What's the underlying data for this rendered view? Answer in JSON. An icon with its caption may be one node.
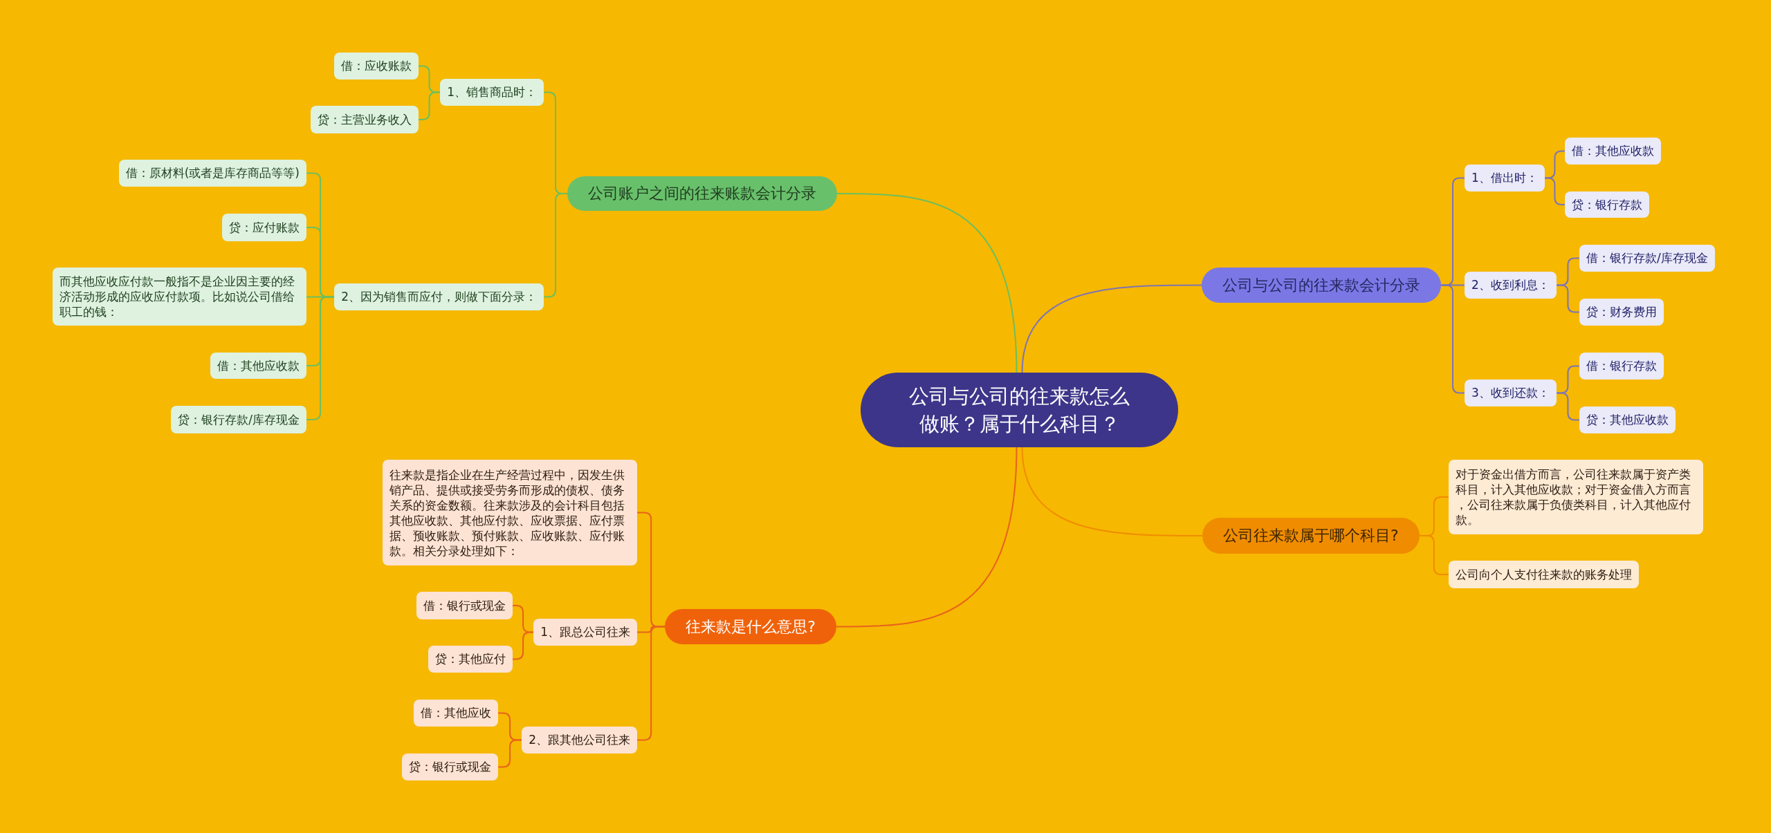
{
  "diagram": {
    "nodes": [
      {
        "text": [
          "公司与公司的往来款怎么做账？属于什么科目？"
        ]
      },
      {
        "text": [
          "公司账户之间的往来账款会计分录"
        ]
      },
      {
        "text": [
          "1、销售商品时："
        ]
      },
      {
        "text": [
          "借：应收账款"
        ]
      },
      {
        "text": [
          "贷：主营业务收入"
        ]
      },
      {
        "text": [
          "2、因为销售而应付，则做下面分录："
        ]
      },
      {
        "text": [
          "借：原材料(或者是库存商品等等)"
        ]
      },
      {
        "text": [
          "贷：应付账款"
        ]
      },
      {
        "text": [
          "而其他应收应付款一般指不是企业因主要的经济活动形成的应收应付款项。比如说公司借给职工的钱："
        ]
      },
      {
        "text": [
          "借：其他应收款"
        ]
      },
      {
        "text": [
          "贷：银行存款/库存现金"
        ]
      },
      {
        "text": [
          "公司与公司的往来款会计分录"
        ]
      },
      {
        "text": [
          "1、借出时："
        ]
      },
      {
        "text": [
          "借：其他应收款"
        ]
      },
      {
        "text": [
          "贷：银行存款"
        ]
      },
      {
        "text": [
          "2、收到利息："
        ]
      },
      {
        "text": [
          "借：银行存款/库存现金"
        ]
      },
      {
        "text": [
          "贷：财务费用"
        ]
      },
      {
        "text": [
          "3、收到还款："
        ]
      },
      {
        "text": [
          "借：银行存款"
        ]
      },
      {
        "text": [
          "贷：其他应收款"
        ]
      },
      {
        "text": [
          "公司往来款属于哪个科目?"
        ]
      },
      {
        "text": [
          "对于资金出借方而言，公司往来款属于资产类科目，计入其他应收款；对于资金借入方而言，公司往来款属于负债类科目，计入其他应付款。"
        ]
      },
      {
        "text": [
          "公司向个人支付往来款的账务处理"
        ]
      },
      {
        "text": [
          "往来款是什么意思?"
        ]
      },
      {
        "text": [
          "往来款是指企业在生产经营过程中，因发生供销产品、提供或接受劳务而形成的债权、债务关系的资金数额。往来款涉及的会计科目包括其他应收款、其他应付款、应收票据、应付票据、预收账款、预付账款、应收账款、应付账款。相关分录处理如下："
        ]
      },
      {
        "text": [
          "1、跟总公司往来"
        ]
      },
      {
        "text": [
          "借：银行或现金"
        ]
      },
      {
        "text": [
          "贷：其他应付"
        ]
      },
      {
        "text": [
          "2、跟其他公司往来"
        ]
      },
      {
        "text": [
          "借：其他应收"
        ]
      },
      {
        "text": [
          "贷：银行或现金"
        ]
      }
    ],
    "edges": [
      {
        "from": 0,
        "to": 1,
        "arrow": "none"
      },
      {
        "from": 1,
        "to": 2,
        "arrow": "none"
      },
      {
        "from": 2,
        "to": 3,
        "arrow": "none"
      },
      {
        "from": 2,
        "to": 4,
        "arrow": "none"
      },
      {
        "from": 1,
        "to": 5,
        "arrow": "none"
      },
      {
        "from": 5,
        "to": 6,
        "arrow": "none"
      },
      {
        "from": 5,
        "to": 7,
        "arrow": "none"
      },
      {
        "from": 5,
        "to": 8,
        "arrow": "none"
      },
      {
        "from": 5,
        "to": 9,
        "arrow": "none"
      },
      {
        "from": 5,
        "to": 10,
        "arrow": "none"
      },
      {
        "from": 0,
        "to": 11,
        "arrow": "none",
        "color": "#7d74b5"
      },
      {
        "from": 11,
        "to": 12,
        "arrow": "none",
        "color": "#7d74b5"
      },
      {
        "from": 12,
        "to": 13,
        "arrow": "none",
        "color": "#7d74b5"
      },
      {
        "from": 12,
        "to": 14,
        "arrow": "none",
        "color": "#7d74b5"
      },
      {
        "from": 11,
        "to": 15,
        "arrow": "none",
        "color": "#7d74b5"
      },
      {
        "from": 15,
        "to": 16,
        "arrow": "none",
        "color": "#7d74b5"
      },
      {
        "from": 15,
        "to": 17,
        "arrow": "none",
        "color": "#7d74b5"
      },
      {
        "from": 11,
        "to": 18,
        "arrow": "none",
        "color": "#7d74b5"
      },
      {
        "from": 18,
        "to": 19,
        "arrow": "none",
        "color": "#7d74b5"
      },
      {
        "from": 18,
        "to": 20,
        "arrow": "none",
        "color": "#7d74b5"
      },
      {
        "from": 0,
        "to": 21,
        "arrow": "none",
        "color": "#f08c00"
      },
      {
        "from": 21,
        "to": 22,
        "arrow": "none",
        "color": "#f08c00"
      },
      {
        "from": 21,
        "to": 23,
        "arrow": "none",
        "color": "#f08c00"
      },
      {
        "from": 0,
        "to": 24,
        "arrow": "none",
        "color": "#e8621c"
      },
      {
        "from": 24,
        "to": 25,
        "arrow": "none",
        "color": "#e8621c"
      },
      {
        "from": 24,
        "to": 26,
        "arrow": "none",
        "color": "#e8621c"
      },
      {
        "from": 26,
        "to": 27,
        "arrow": "none",
        "color": "#e8621c"
      },
      {
        "from": 26,
        "to": 28,
        "arrow": "none",
        "color": "#e8621c"
      },
      {
        "from": 24,
        "to": 29,
        "arrow": "none",
        "color": "#e8621c"
      },
      {
        "from": 29,
        "to": 30,
        "arrow": "none",
        "color": "#e8621c"
      },
      {
        "from": 29,
        "to": 31,
        "arrow": "none",
        "color": "#e8621c"
      }
    ]
  }
}
